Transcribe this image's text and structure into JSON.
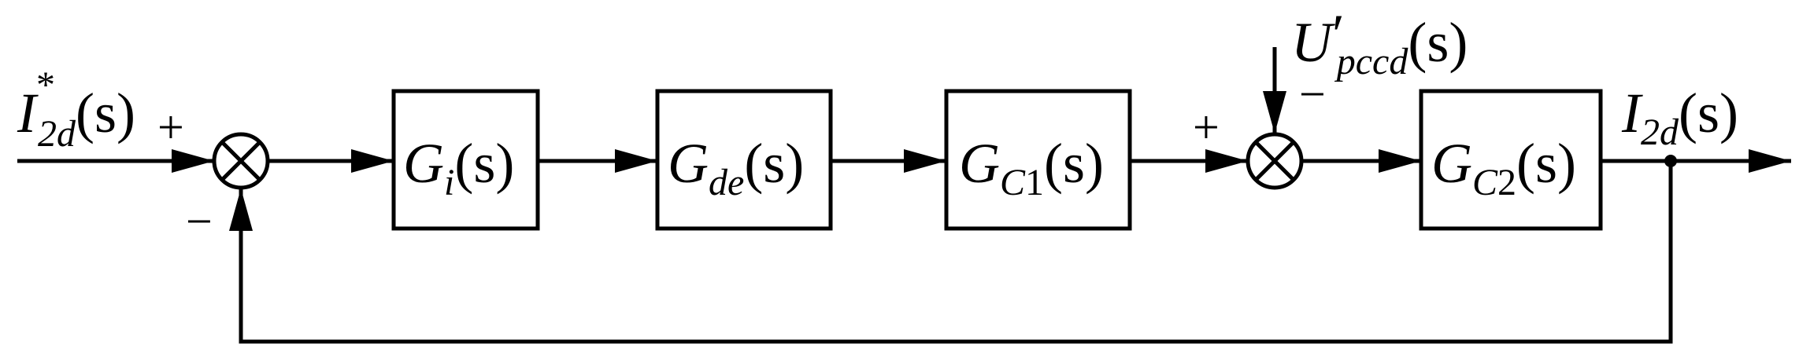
{
  "input": {
    "symbol": "I",
    "superscript": "*",
    "subscript": "2d",
    "arg": "(s)"
  },
  "output": {
    "symbol": "I",
    "subscript": "2d",
    "arg": "(s)"
  },
  "disturbance": {
    "symbol": "U",
    "prime": "′",
    "subscript": "pccd",
    "arg": "(s)"
  },
  "blocks": [
    {
      "symbol": "G",
      "subscript": "i",
      "arg": "(s)"
    },
    {
      "symbol": "G",
      "subscript": "de",
      "arg": "(s)"
    },
    {
      "symbol": "G",
      "subscript_italic": "C",
      "subscript_upright": "1",
      "arg": "(s)"
    },
    {
      "symbol": "G",
      "subscript_italic": "C",
      "subscript_upright": "2",
      "arg": "(s)"
    }
  ],
  "signs": {
    "sum1_input": "+",
    "sum1_feedback": "−",
    "sum2_input": "+",
    "sum2_disturbance": "−"
  }
}
